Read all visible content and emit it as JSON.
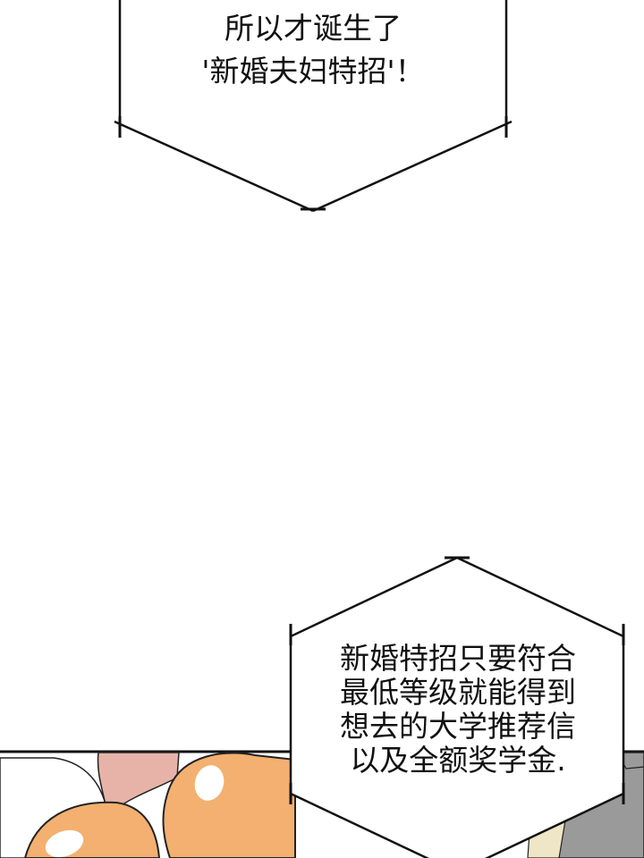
{
  "panels": [
    {
      "id": "panel-top",
      "caption_lines": [
        "所以才诞生了",
        "'新婚夫妇特招'！"
      ]
    },
    {
      "id": "panel-bottom",
      "caption_lines": [
        "新婚特招只要符合",
        "最低等级就能得到",
        "想去的大学推荐信",
        "以及全额奖学金."
      ]
    }
  ],
  "colors": {
    "background": "#ffffff",
    "ink": "#111111",
    "hair_orange": "#f3b070",
    "skin_pink": "#e7b3a8",
    "gray_cloth": "#9a9a9a",
    "cream": "#efe6c6"
  }
}
